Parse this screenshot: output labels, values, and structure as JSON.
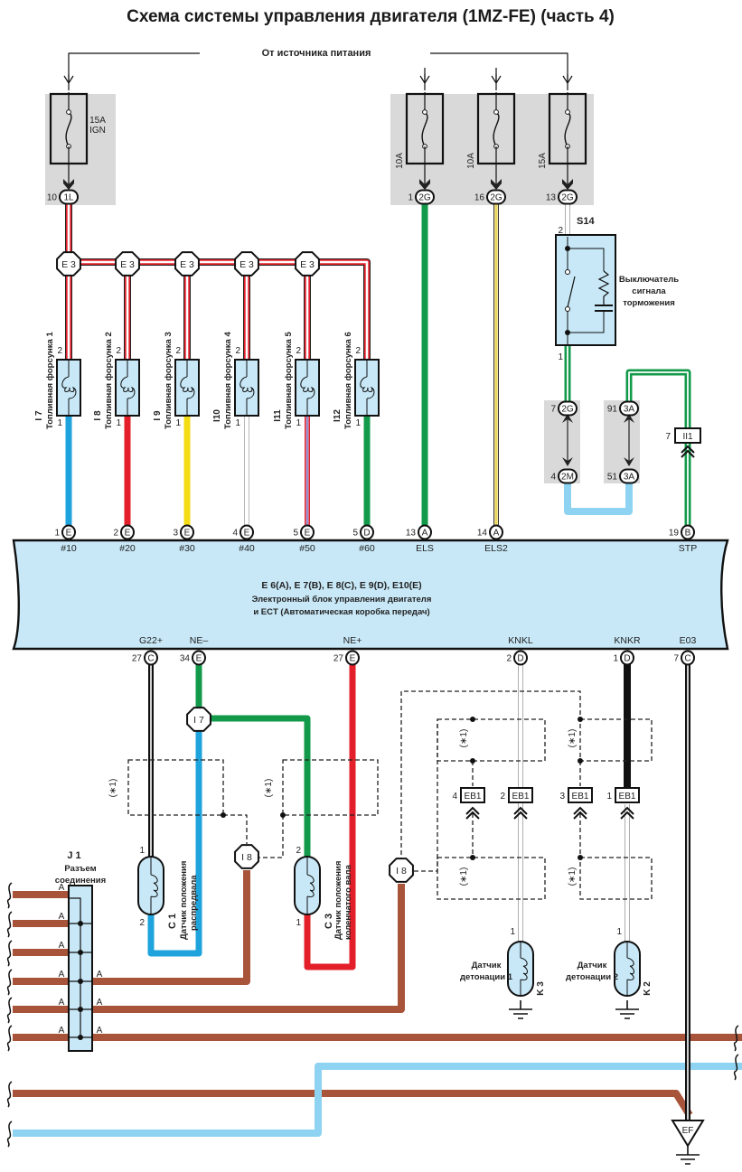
{
  "title": "Схема системы управления двигателя (1MZ-FE) (часть 4)",
  "power_source_label": "От  источника питания",
  "colors": {
    "gray_panel": "#d9d9d9",
    "light_blue_fill": "#c8e8f7",
    "red": "#e3202a",
    "blue": "#1ea3dc",
    "light_blue": "#8fd3f2",
    "yellow": "#f4dc14",
    "green": "#129a4a",
    "brown": "#a8543a",
    "black": "#1a1a1a",
    "white_wire": "#9a9a9a",
    "pale_yellow": "#f3e49a",
    "violet": "#7a6bb0"
  },
  "fuses": [
    {
      "rating": "15A",
      "name": "IGN",
      "pin": "10",
      "connector": "1L"
    },
    {
      "rating": "10A",
      "name": "",
      "pin": "1",
      "connector": "2G"
    },
    {
      "rating": "10A",
      "name": "",
      "pin": "16",
      "connector": "2G"
    },
    {
      "rating": "15A",
      "name": "",
      "pin": "13",
      "connector": "2G"
    }
  ],
  "junction_e3_label": "E 3",
  "injectors": [
    {
      "id": "I 7",
      "name": "Топливная форсунка  1",
      "pin_top": "2",
      "pin_bottom": "1",
      "ecu_pin": "1",
      "ecu_conn": "E",
      "signal": "#10",
      "wire": "blue"
    },
    {
      "id": "I 8",
      "name": "Топливная форсунка  2",
      "pin_top": "2",
      "pin_bottom": "1",
      "ecu_pin": "2",
      "ecu_conn": "E",
      "signal": "#20",
      "wire": "red"
    },
    {
      "id": "I 9",
      "name": "Топливная форсунка 3",
      "pin_top": "2",
      "pin_bottom": "1",
      "ecu_pin": "3",
      "ecu_conn": "E",
      "signal": "#30",
      "wire": "yellow"
    },
    {
      "id": "I10",
      "name": "Топливная форсунка  4",
      "pin_top": "2",
      "pin_bottom": "1",
      "ecu_pin": "4",
      "ecu_conn": "E",
      "signal": "#40",
      "wire": "white"
    },
    {
      "id": "I11",
      "name": "Топливная форсунка 5",
      "pin_top": "2",
      "pin_bottom": "1",
      "ecu_pin": "5",
      "ecu_conn": "E",
      "signal": "#50",
      "wire": "red-violet"
    },
    {
      "id": "I12",
      "name": "Топливная форсунка 6",
      "pin_top": "2",
      "pin_bottom": "1",
      "ecu_pin": "5",
      "ecu_conn": "D",
      "signal": "#60",
      "wire": "green"
    }
  ],
  "els": {
    "ecu_pin": "13",
    "ecu_conn": "A",
    "signal": "ELS"
  },
  "els2": {
    "ecu_pin": "14",
    "ecu_conn": "A",
    "signal": "ELS2"
  },
  "stop_switch": {
    "id": "S14",
    "name_lines": [
      "Выключатель",
      "сигнала",
      "торможения"
    ],
    "pin_top": "2",
    "pin_bottom": "1"
  },
  "stp_connectors": [
    {
      "pin": "7",
      "conn": "2G"
    },
    {
      "pin": "4",
      "conn": "2M"
    },
    {
      "pin": "91",
      "conn": "3A"
    },
    {
      "pin": "51",
      "conn": "3A"
    }
  ],
  "ii1": {
    "pin": "7",
    "conn": "II1"
  },
  "stp": {
    "ecu_pin": "19",
    "ecu_conn": "B",
    "signal": "STP"
  },
  "ecu": {
    "line1": "E 6(A), E 7(B), E 8(C), E 9(D), E10(E)",
    "line2": "Электронный блок управления двигателя",
    "line3": "и ECT (Автоматическая коробка передач)"
  },
  "bottom_pins": [
    {
      "signal": "G22+",
      "pin": "27",
      "conn": "C"
    },
    {
      "signal": "NE–",
      "pin": "34",
      "conn": "E"
    },
    {
      "signal": "NE+",
      "pin": "27",
      "conn": "E"
    },
    {
      "signal": "KNKL",
      "pin": "2",
      "conn": "D"
    },
    {
      "signal": "KNKR",
      "pin": "1",
      "conn": "D"
    },
    {
      "signal": "E03",
      "pin": "7",
      "conn": "C"
    }
  ],
  "junction_i7": "I 7",
  "junction_i8": "I 8",
  "shield_note": "(∗1)",
  "cam_sensor": {
    "id": "C 1",
    "name_lines": [
      "Датчик положения",
      "распредвала"
    ],
    "pin_top": "1",
    "pin_bottom": "2"
  },
  "crank_sensor": {
    "id": "C 3",
    "name_lines": [
      "Датчик положения",
      "коленчатого вала"
    ],
    "pin_top": "2",
    "pin_bottom": "1"
  },
  "j1": {
    "id": "J 1",
    "name_lines": [
      "Разъем",
      "соединения"
    ],
    "pin_label": "A"
  },
  "eb1": [
    {
      "pin": "4",
      "conn": "EB1"
    },
    {
      "pin": "2",
      "conn": "EB1"
    },
    {
      "pin": "3",
      "conn": "EB1"
    },
    {
      "pin": "1",
      "conn": "EB1"
    }
  ],
  "knock1": {
    "id": "K 3",
    "name_lines": [
      "Датчик",
      "детонации 1"
    ],
    "pin": "1"
  },
  "knock2": {
    "id": "K 2",
    "name_lines": [
      "Датчик",
      "детонации 2"
    ],
    "pin": "1"
  },
  "ground_ef": "EF"
}
